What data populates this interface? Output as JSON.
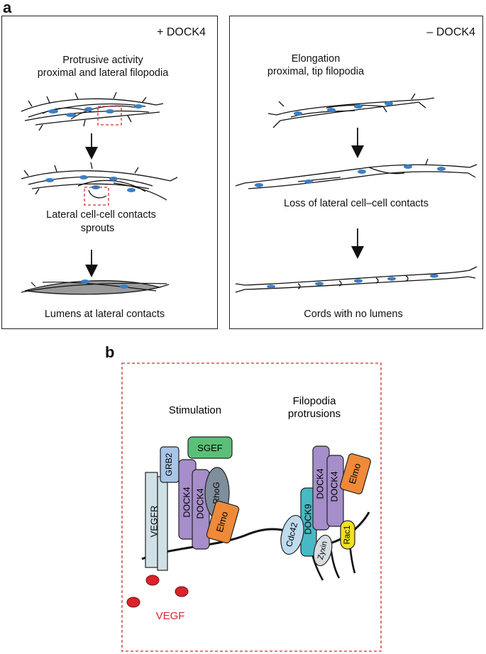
{
  "panel_a": {
    "letter": "a",
    "left_box": {
      "condition": "+ DOCK4",
      "top_label_1": "Protrusive activity",
      "top_label_2": "proximal and lateral filopodia",
      "mid_label_1": "Lateral cell-cell contacts",
      "mid_label_2": "sprouts",
      "bottom_label": "Lumens at lateral contacts"
    },
    "right_box": {
      "condition": "– DOCK4",
      "top_label_1": "Elongation",
      "top_label_2": "proximal, tip filopodia",
      "mid_label": "Loss of lateral cell–cell contacts",
      "bottom_label": "Cords with no lumens"
    }
  },
  "panel_b": {
    "letter": "b",
    "stimulation_label": "Stimulation",
    "filopodia_label_1": "Filopodia",
    "filopodia_label_2": "protrusions",
    "proteins": {
      "vegfr": "VEGFR",
      "grb2": "GRB2",
      "sgef": "SGEF",
      "rhog": "RhoG",
      "dock4_a": "DOCK4",
      "dock4_b": "DOCK4",
      "elmo_left": "Elmo",
      "dock4_c": "DOCK4",
      "dock4_d": "DOCK4",
      "elmo_right": "Elmo",
      "dock9": "DOCK9",
      "cdc42": "Cdc42",
      "zyxin": "Zyxin",
      "rac1": "Rac1"
    },
    "ligand_label": "VEGF"
  },
  "colors": {
    "nucleus_blue": "#3b7fc4",
    "highlight_red": "#d62b2b",
    "lumen_gray": "#9a9a9a",
    "dock4_purple": "#a58ec9",
    "elmo_orange": "#ee8a3a",
    "sgef_green": "#5cbf77",
    "rhog_slate": "#7f8e9c",
    "grb2_blue": "#a9c4e6",
    "vegfr_lightblue": "#cfe1e6",
    "dock9_teal": "#48b9c4",
    "cdc42_lightblue": "#bfdcee",
    "zyxin_gray": "#d6dde2",
    "rac1_yellow": "#f2e11e",
    "vegf_red": "#d8242a"
  }
}
